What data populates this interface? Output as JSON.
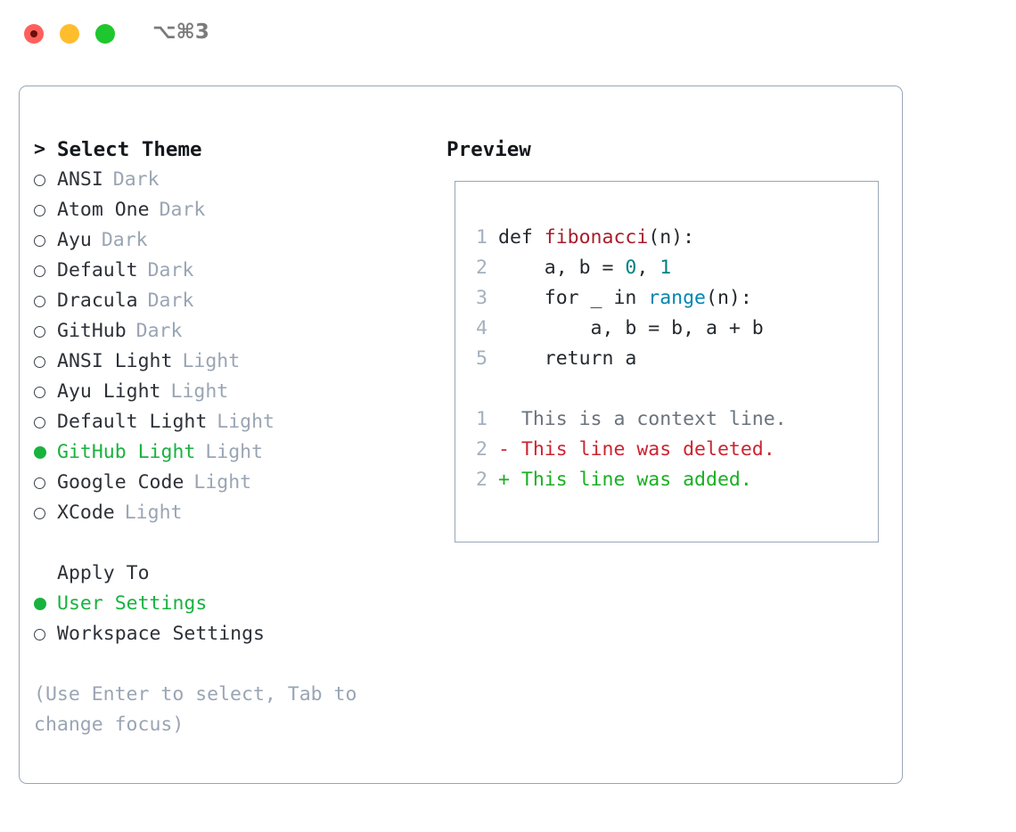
{
  "titlebar": {
    "shortcut": "⌥⌘3",
    "buttons": [
      {
        "name": "close",
        "color": "#ff605c"
      },
      {
        "name": "minimize",
        "color": "#ffbd2e"
      },
      {
        "name": "zoom",
        "color": "#1fc72e"
      }
    ]
  },
  "theme_picker": {
    "title": "Select Theme",
    "prompt_marker": ">",
    "unselected_marker": "○",
    "selected_marker": "●",
    "selected_color": "#19b23f",
    "items": [
      {
        "name": "ANSI",
        "variant": "Dark",
        "selected": false
      },
      {
        "name": "Atom One",
        "variant": "Dark",
        "selected": false
      },
      {
        "name": "Ayu",
        "variant": "Dark",
        "selected": false
      },
      {
        "name": "Default",
        "variant": "Dark",
        "selected": false
      },
      {
        "name": "Dracula",
        "variant": "Dark",
        "selected": false
      },
      {
        "name": "GitHub",
        "variant": "Dark",
        "selected": false
      },
      {
        "name": "ANSI Light",
        "variant": "Light",
        "selected": false
      },
      {
        "name": "Ayu Light",
        "variant": "Light",
        "selected": false
      },
      {
        "name": "Default Light",
        "variant": "Light",
        "selected": false
      },
      {
        "name": "GitHub Light",
        "variant": "Light",
        "selected": true
      },
      {
        "name": "Google Code",
        "variant": "Light",
        "selected": false
      },
      {
        "name": "XCode",
        "variant": "Light",
        "selected": false
      }
    ]
  },
  "apply_to": {
    "title": "Apply To",
    "options": [
      {
        "name": "User Settings",
        "selected": true
      },
      {
        "name": "Workspace Settings",
        "selected": false
      }
    ]
  },
  "hint": "(Use Enter to select, Tab to change focus)",
  "preview": {
    "label": "Preview",
    "code_lines": [
      {
        "no": "1",
        "segments": [
          {
            "t": "def ",
            "c": "plain"
          },
          {
            "t": "fibonacci",
            "c": "fn"
          },
          {
            "t": "(n):",
            "c": "plain"
          }
        ]
      },
      {
        "no": "2",
        "segments": [
          {
            "t": "    a, b = ",
            "c": "plain"
          },
          {
            "t": "0",
            "c": "num"
          },
          {
            "t": ", ",
            "c": "plain"
          },
          {
            "t": "1",
            "c": "num"
          }
        ]
      },
      {
        "no": "3",
        "segments": [
          {
            "t": "    for _ in ",
            "c": "plain"
          },
          {
            "t": "range",
            "c": "call"
          },
          {
            "t": "(n):",
            "c": "plain"
          }
        ]
      },
      {
        "no": "4",
        "segments": [
          {
            "t": "        a, b = b, a + b",
            "c": "plain"
          }
        ]
      },
      {
        "no": "5",
        "segments": [
          {
            "t": "    return a",
            "c": "plain"
          }
        ]
      }
    ],
    "diff_lines": [
      {
        "no": "1",
        "marker": " ",
        "text": " This is a context line.",
        "kind": "ctx"
      },
      {
        "no": "2",
        "marker": "-",
        "text": " This line was deleted.",
        "kind": "del"
      },
      {
        "no": "2",
        "marker": "+",
        "text": " This line was added.",
        "kind": "add"
      }
    ]
  }
}
